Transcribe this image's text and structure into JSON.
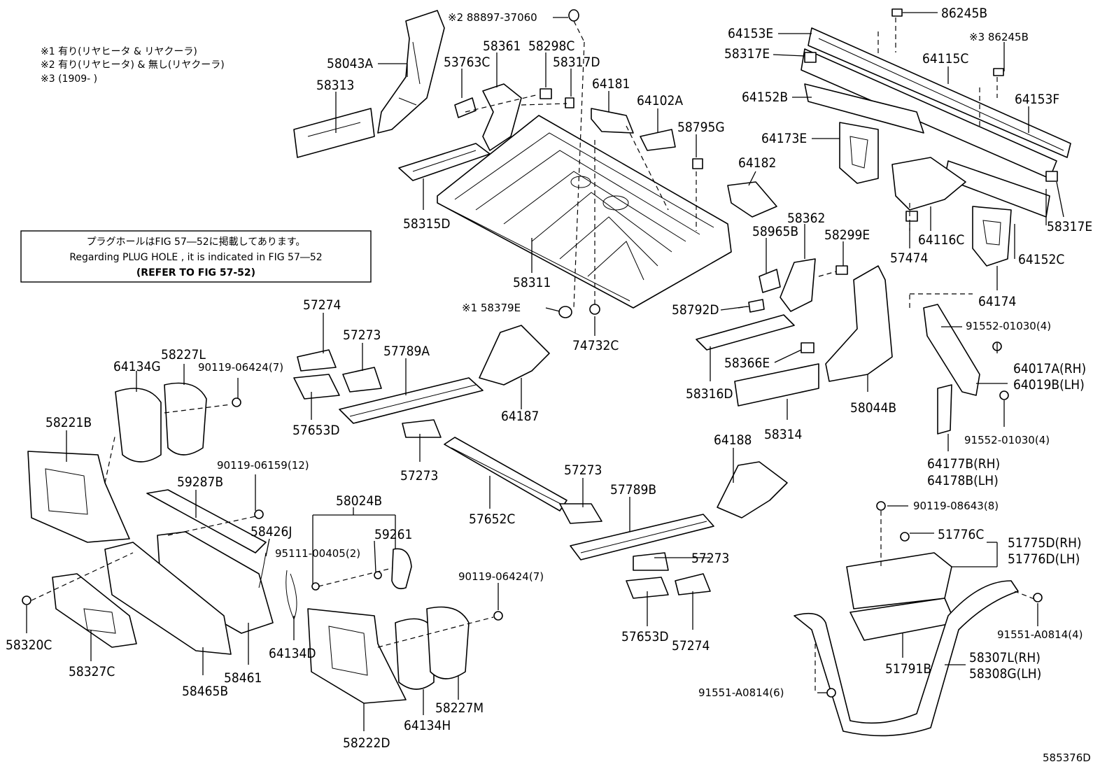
{
  "notes": [
    "※1 有り(リヤヒータ & リヤクーラ)",
    "※2 有り(リヤヒータ) & 無し(リヤクーラ)",
    "※3 (1909-      )"
  ],
  "plug_hole_note": {
    "line1": "プラグホールはFIG 57―52に掲載してあります。",
    "line2": "Regarding PLUG HOLE , it is indicated in FIG 57―52",
    "line3": "(REFER TO FIG 57-52)"
  },
  "diagram_id": "585376D",
  "labels": {
    "p58043A": "58043A",
    "p58313": "58313",
    "p88897": "※2 88897-37060",
    "p58361": "58361",
    "p58298C": "58298C",
    "p53763C": "53763C",
    "p58317D": "58317D",
    "p64181": "64181",
    "p64102A": "64102A",
    "p58795G": "58795G",
    "p58315D": "58315D",
    "p58311": "58311",
    "p58379E": "※1 58379E",
    "p74732C": "74732C",
    "p64153E": "64153E",
    "p58317E_top": "58317E",
    "p86245B_top": "86245B",
    "p86245B_3": "※3 86245B",
    "p64115C": "64115C",
    "p64152B": "64152B",
    "p64153F": "64153F",
    "p64173E": "64173E",
    "p64182": "64182",
    "p58317E_right": "58317E",
    "p64116C": "64116C",
    "p57474": "57474",
    "p64152C": "64152C",
    "p64174": "64174",
    "p58362": "58362",
    "p58965B": "58965B",
    "p58299E": "58299E",
    "p58792D": "58792D",
    "p58366E": "58366E",
    "p58316D": "58316D",
    "p58314": "58314",
    "p58044B": "58044B",
    "p91552_top": "91552-01030(4)",
    "p64017A": "64017A(RH)",
    "p64019B": "64019B(LH)",
    "p91552_bot": "91552-01030(4)",
    "p64177B": "64177B(RH)",
    "p64178B": "64178B(LH)",
    "p57274_top": "57274",
    "p57273_a": "57273",
    "p57789A": "57789A",
    "p57653D_top": "57653D",
    "p64187": "64187",
    "p57273_b": "57273",
    "p57652C": "57652C",
    "p57273_c": "57273",
    "p57789B": "57789B",
    "p64188": "64188",
    "p57273_d": "57273",
    "p57653D_bot": "57653D",
    "p57274_bot": "57274",
    "p64134G": "64134G",
    "p58227L": "58227L",
    "p90119_06424_top": "90119-06424(7)",
    "p58221B": "58221B",
    "p90119_06159": "90119-06159(12)",
    "p59287B": "59287B",
    "p58426J": "58426J",
    "p58320C": "58320C",
    "p58327C": "58327C",
    "p58465B": "58465B",
    "p58461": "58461",
    "p64134D": "64134D",
    "p58024B": "58024B",
    "p59261": "59261",
    "p95111": "95111-00405(2)",
    "p90119_06424_bot": "90119-06424(7)",
    "p64134H": "64134H",
    "p58227M": "58227M",
    "p58222D": "58222D",
    "p90119_08643": "90119-08643(8)",
    "p51776C": "51776C",
    "p51775D": "51775D(RH)",
    "p51776D": "51776D(LH)",
    "p91551_right": "91551-A0814(4)",
    "p51791B": "51791B",
    "p58307L": "58307L(RH)",
    "p58308G": "58308G(LH)",
    "p91551_left": "91551-A0814(6)"
  }
}
